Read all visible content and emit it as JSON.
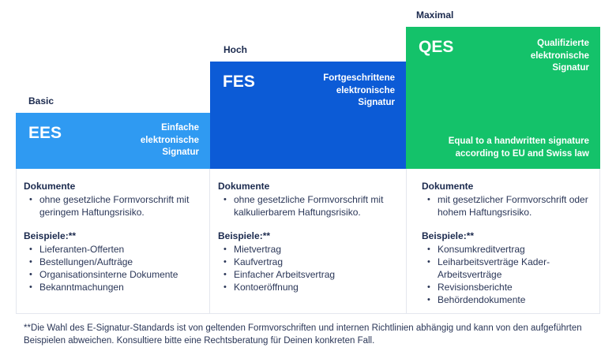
{
  "levels": {
    "basic": "Basic",
    "hoch": "Hoch",
    "maximal": "Maximal"
  },
  "tiers": [
    {
      "abbr": "EES",
      "fullname": [
        "Einfache",
        "elektronische",
        "Signatur"
      ],
      "color": "#2f9af2",
      "documents_heading": "Dokumente",
      "documents": [
        "ohne gesetzliche Formvorschrift mit geringem Haftungsrisiko."
      ],
      "examples_heading": "Beispiele:**",
      "examples": [
        "Lieferanten-Offerten",
        "Bestellungen/Aufträge",
        "Organisationsinterne Dokumente",
        "Bekanntmachungen"
      ]
    },
    {
      "abbr": "FES",
      "fullname": [
        "Fortgeschrittene",
        "elektronische",
        "Signatur"
      ],
      "color": "#0c5bd6",
      "documents_heading": "Dokumente",
      "documents": [
        "ohne gesetzliche Formvorschrift mit kalkulierbarem Haftungsrisiko."
      ],
      "examples_heading": "Beispiele:**",
      "examples": [
        "Mietvertrag",
        "Kaufvertrag",
        "Einfacher Arbeitsvertrag",
        "Kontoeröffnung"
      ]
    },
    {
      "abbr": "QES",
      "fullname": [
        "Qualifizierte",
        "elektronische",
        "Signatur"
      ],
      "tagline": [
        "Equal to a handwritten signature",
        "according to EU and Swiss law"
      ],
      "color": "#14c26a",
      "documents_heading": "Dokumente",
      "documents": [
        "mit gesetzlicher Formvorschrift oder hohem Haftungsrisiko."
      ],
      "examples_heading": "Beispiele:**",
      "examples": [
        "Konsumkreditvertrag",
        "Leiharbeitsverträge Kader-Arbeitsverträge",
        "Revisionsberichte",
        "Behördendokumente"
      ]
    }
  ],
  "footnote": "**Die Wahl des E-Signatur-Standards ist von geltenden Formvorschriften und internen Richtlinien abhängig und kann von den aufgeführten Beispielen abweichen. Konsultiere bitte eine Rechtsberatung für Deinen konkreten Fall."
}
